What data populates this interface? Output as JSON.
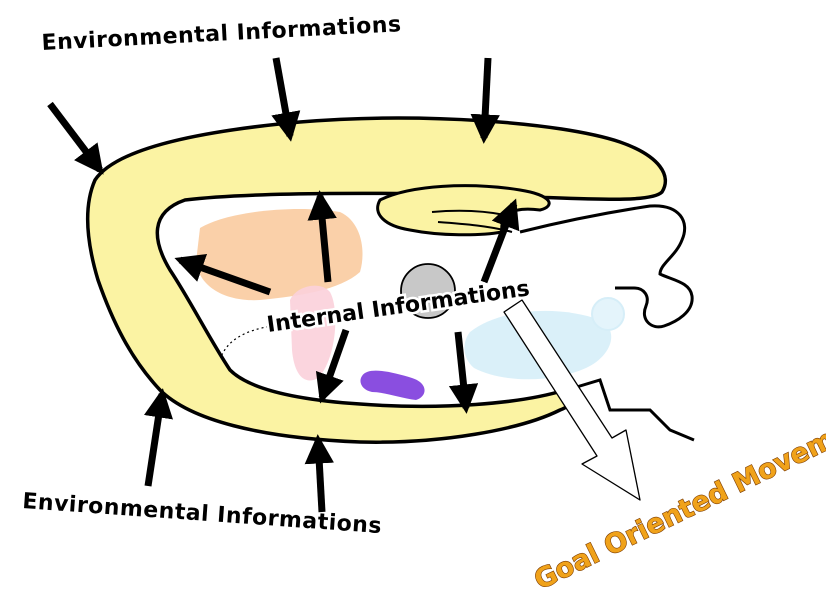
{
  "labels": {
    "env_top": "Environmental Informations",
    "env_bottom": "Environmental Informations",
    "internal": "Internal Informations",
    "goal": "Goal Oriented Movements"
  },
  "colors": {
    "cortex_fill": "#fbf3a3",
    "outline": "#000000",
    "arrow": "#000000",
    "orange_region": "#f9c89a",
    "pink_region": "#fbd0da",
    "blue_region": "#d6eef8",
    "purple_region": "#8a4ee0",
    "center_disc": "#c8c8c8",
    "goal_text": "#f0a21a"
  },
  "icons": {
    "arrow": "black-arrow-icon",
    "output_arrow": "hollow-arrow-icon"
  }
}
